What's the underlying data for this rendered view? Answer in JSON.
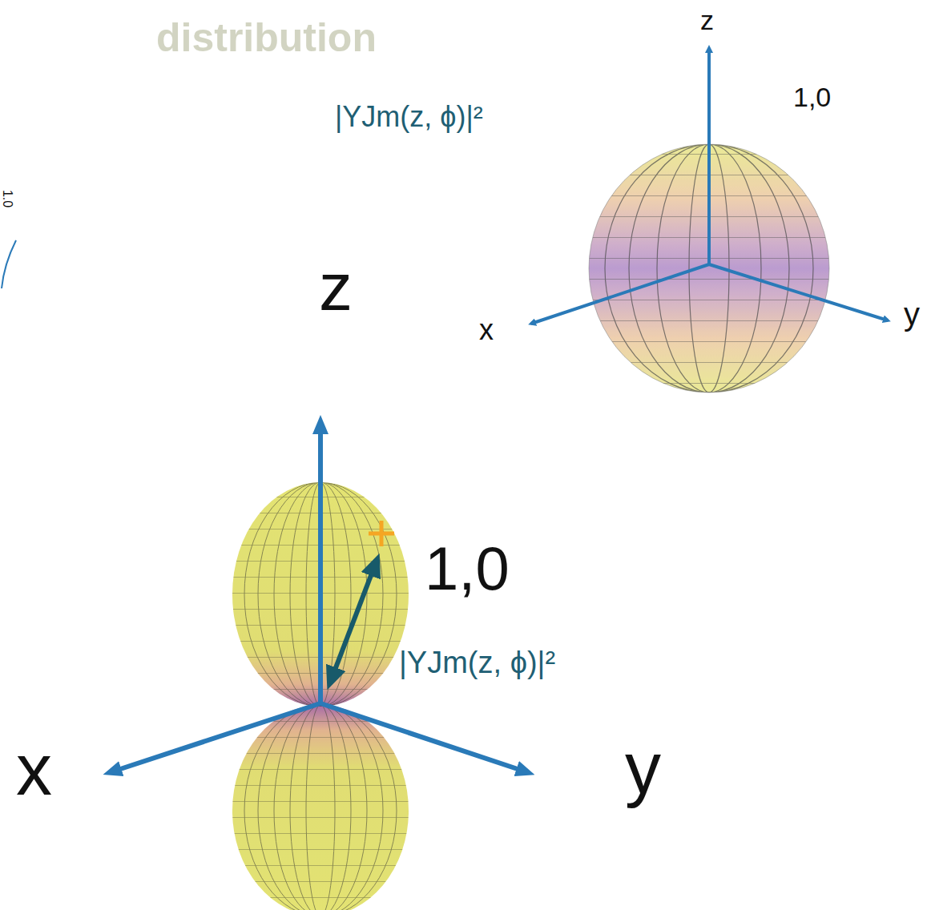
{
  "diagram": {
    "labels": [
      "distribution",
      "|YJm(z, ϕ)|²",
      "1,0",
      "z",
      "x",
      "y",
      "z",
      "1,0",
      "|YJm(z, ϕ)|²",
      "x",
      "y",
      "1.0"
    ]
  }
}
